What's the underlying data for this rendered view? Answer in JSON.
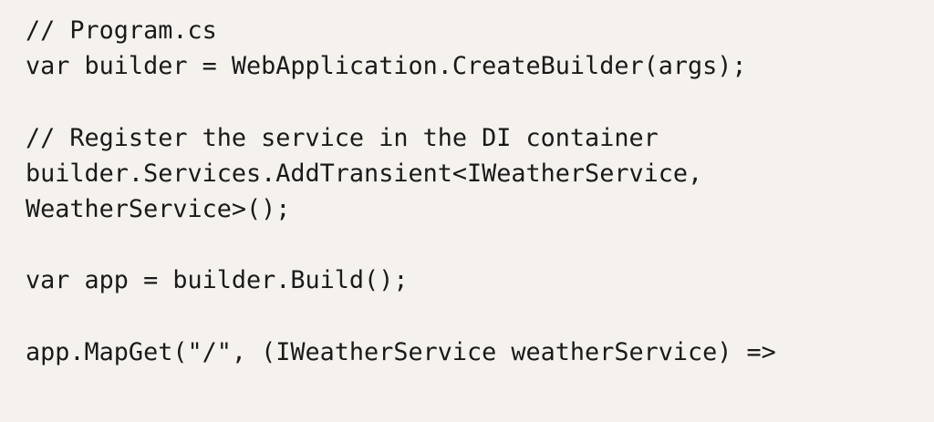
{
  "document": {
    "kind": "code-block",
    "language": "csharp",
    "background_color": "#F5F2EE",
    "text_color": "#1A1A1A",
    "code_lines": [
      "// Program.cs",
      "var builder = WebApplication.CreateBuilder(args);",
      "",
      "// Register the service in the DI container",
      "builder.Services.AddTransient<IWeatherService, WeatherService>();",
      "",
      "var app = builder.Build();",
      "",
      "app.MapGet(\"/\", (IWeatherService weatherService) =>"
    ]
  }
}
